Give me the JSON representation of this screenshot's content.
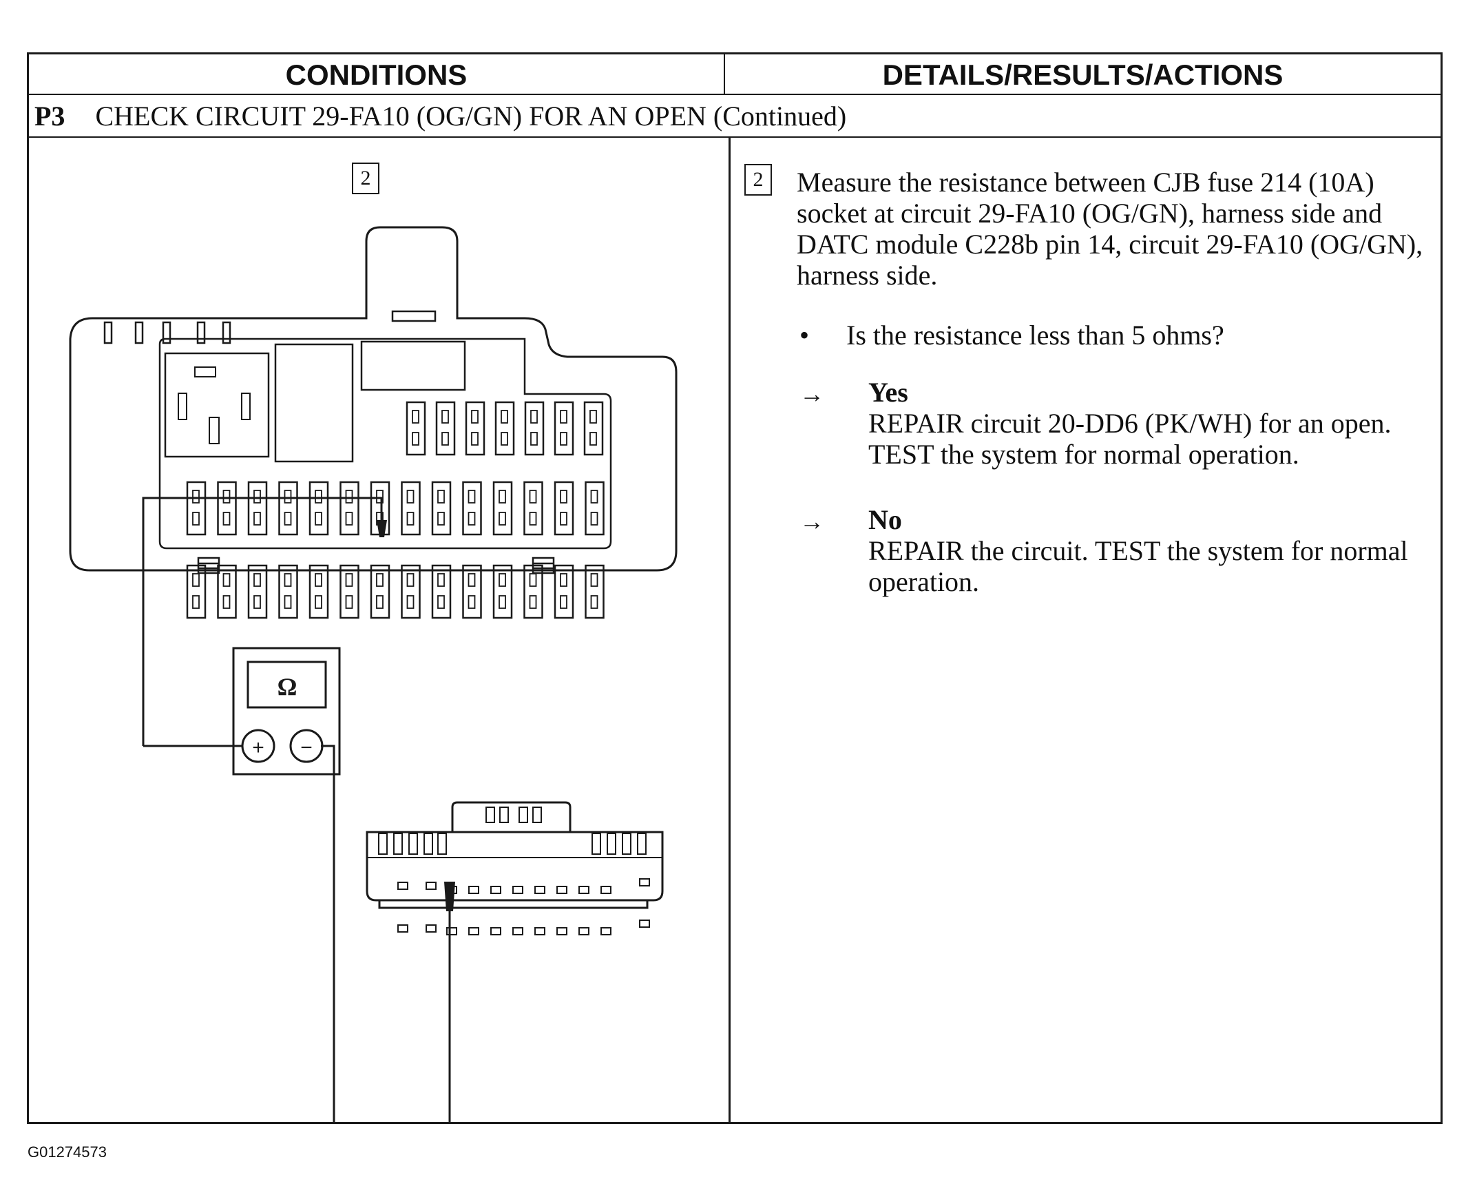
{
  "header": {
    "conditions": "CONDITIONS",
    "details": "DETAILS/RESULTS/ACTIONS"
  },
  "step": {
    "id": "P3",
    "title": "CHECK CIRCUIT 29-FA10 (OG/GN) FOR AN OPEN (Continued)"
  },
  "diagram": {
    "step_number": "2",
    "meter_symbol": "Ω",
    "plus_symbol": "+",
    "minus_symbol": "−"
  },
  "details": {
    "step_number": "2",
    "instruction": "Measure the resistance between CJB fuse 214 (10A) socket at circuit 29-FA10 (OG/GN), harness side and DATC module C228b pin 14, circuit 29-FA10 (OG/GN), harness side.",
    "bullet_marker": "•",
    "question": "Is the resistance less than 5 ohms?",
    "arrow_symbol": "→",
    "yes_label": "Yes",
    "yes_action": "REPAIR circuit 20-DD6 (PK/WH) for an open. TEST the system for normal operation.",
    "no_label": "No",
    "no_action": "REPAIR the circuit. TEST the system for normal operation."
  },
  "footer": {
    "code": "G01274573"
  }
}
